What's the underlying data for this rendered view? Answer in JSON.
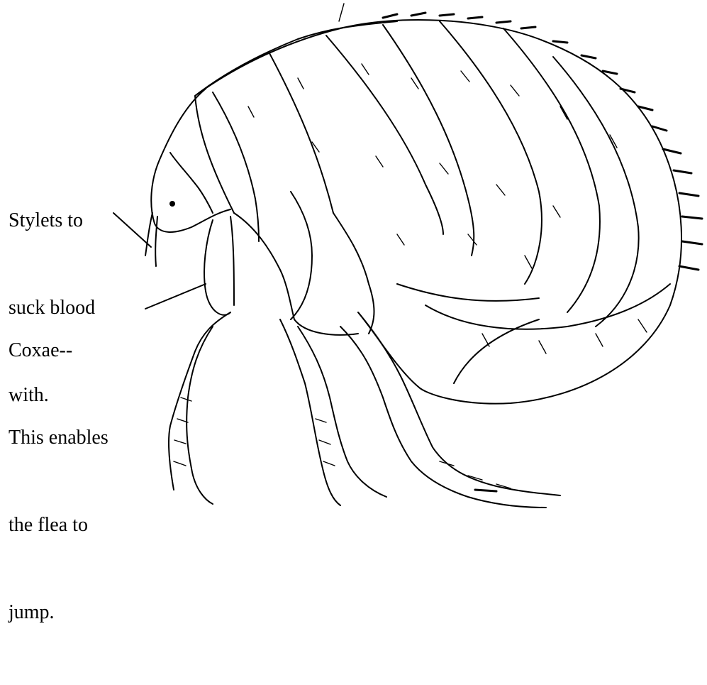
{
  "labels": {
    "stylets": [
      "Stylets to",
      "suck blood",
      "with."
    ],
    "coxae": [
      "Coxae--",
      "This enables",
      "the flea to",
      "jump."
    ]
  }
}
